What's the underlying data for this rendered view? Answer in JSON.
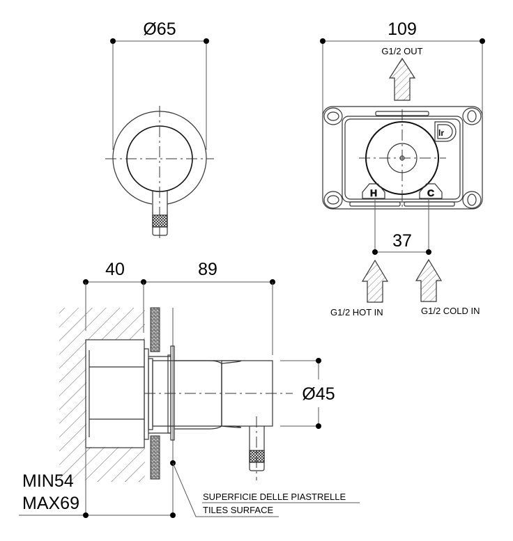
{
  "title": "Concealed shower mixer technical drawing",
  "front_view": {
    "diameter_label": "Ø65"
  },
  "rear_box_view": {
    "width_label": "109",
    "outlet_label": "G1/2 OUT",
    "inlet_spacing_label": "37",
    "hot_inlet_label": "G1/2 HOT IN",
    "cold_inlet_label": "G1/2 COLD IN",
    "hot_marker": "H",
    "cold_marker": "C",
    "logo_marker": "lr"
  },
  "side_view": {
    "depth_in_wall_label": "40",
    "projection_label": "89",
    "body_diameter_label": "Ø45",
    "min_depth_label": "MIN54",
    "max_depth_label": "MAX69",
    "tiles_surface_it": "SUPERFICIE DELLE PIASTRELLE",
    "tiles_surface_en": "TILES SURFACE"
  }
}
